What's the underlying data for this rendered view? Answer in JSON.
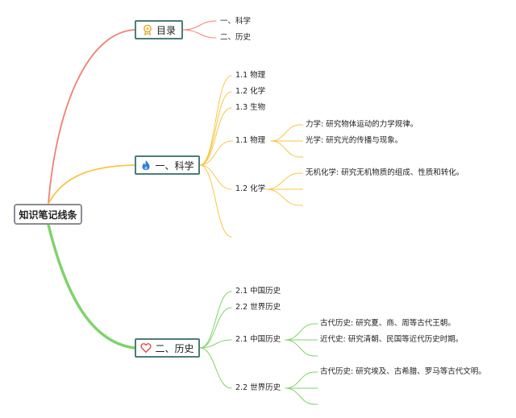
{
  "root": {
    "label": "知识笔记线条"
  },
  "branches": [
    {
      "label": "目录",
      "color": "#f08073",
      "icon": "award-ribbon-icon",
      "children": [
        {
          "label": "一、科学"
        },
        {
          "label": "二、历史"
        }
      ]
    },
    {
      "label": "一、科学",
      "color": "#f7c648",
      "icon": "flame-icon",
      "children": [
        {
          "label": "1.1 物理"
        },
        {
          "label": "1.2 化学"
        },
        {
          "label": "1.3 生物"
        },
        {
          "label": "1.1 物理",
          "children": [
            {
              "label": "力学: 研究物体运动的力学规律。"
            },
            {
              "label": "光学: 研究光的传播与现象。"
            },
            {
              "label": ""
            }
          ]
        },
        {
          "label": "1.2 化学",
          "children": [
            {
              "label": "无机化学: 研究无机物质的组成、性质和转化。"
            },
            {
              "label": ""
            },
            {
              "label": ""
            }
          ]
        },
        {
          "label": ""
        }
      ]
    },
    {
      "label": "二、历史",
      "color": "#7ed36b",
      "icon": "heart-icon",
      "children": [
        {
          "label": "2.1 中国历史"
        },
        {
          "label": "2.2 世界历史"
        },
        {
          "label": "2.1 中国历史",
          "children": [
            {
              "label": "古代历史: 研究夏、商、周等古代王朝。"
            },
            {
              "label": "近代史: 研究清朝、民国等近代历史时期。"
            }
          ]
        },
        {
          "label": "2.2 世界历史",
          "children": [
            {
              "label": "古代历史: 研究埃及、古希腊、罗马等古代文明。"
            },
            {
              "label": ""
            },
            {
              "label": ""
            }
          ]
        }
      ]
    }
  ]
}
